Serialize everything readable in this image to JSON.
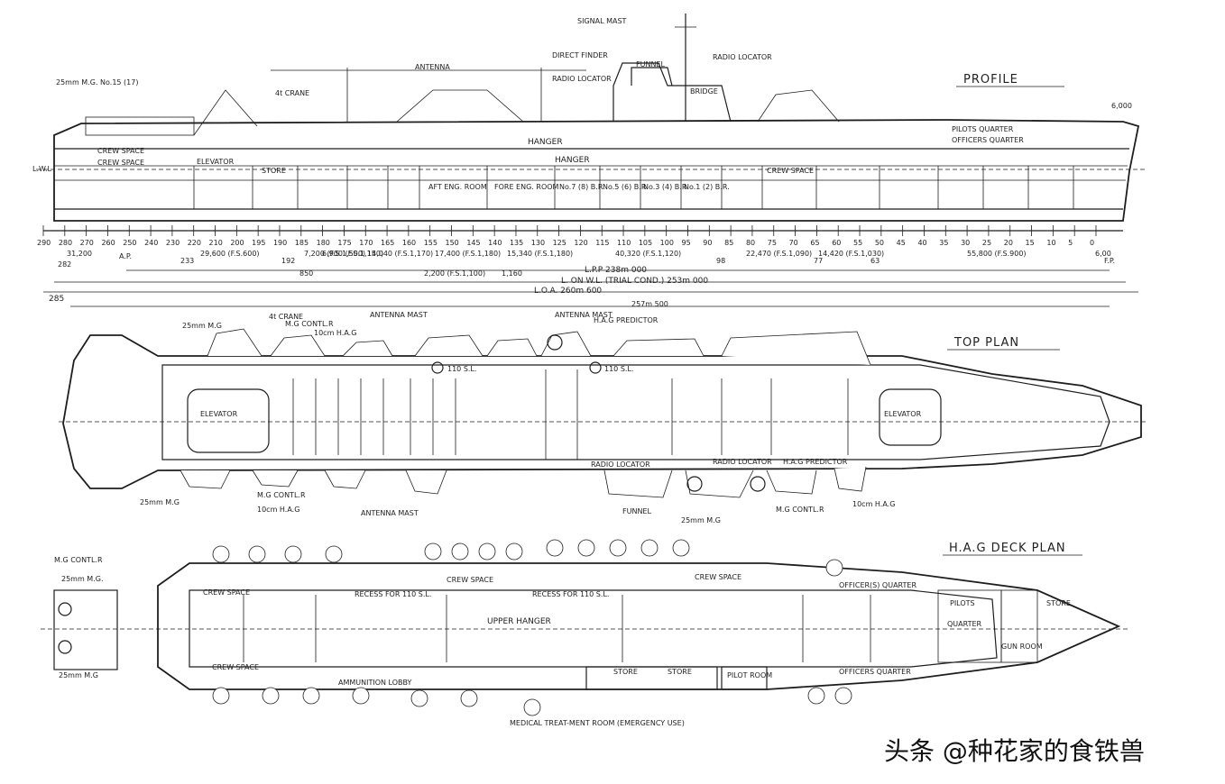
{
  "titles": {
    "profile": "PROFILE",
    "top_plan": "TOP PLAN",
    "hae_deck_plan": "H.A.G DECK PLAN"
  },
  "profile": {
    "signal_mast": "SIGNAL MAST",
    "direct_finder": "DIRECT FINDER",
    "radio_locator_a": "RADIO LOCATOR",
    "radio_locator_b": "RADIO LOCATOR",
    "funnel": "FUNNEL",
    "bridge": "BRIDGE",
    "antenna": "ANTENNA",
    "crane": "4t CRANE",
    "mg_15": "25mm M.G. No.15 (17)",
    "hanger_upper": "HANGER",
    "hanger_lower": "HANGER",
    "crew_space_1": "CREW SPACE",
    "crew_space_2": "CREW SPACE",
    "crew_space_3": "CREW SPACE",
    "elevator": "ELEVATOR",
    "store": "STORE",
    "aft_eng": "AFT ENG. ROOM",
    "fore_eng": "FORE ENG. ROOM",
    "br7": "No.7 (8) B.R.",
    "br5": "No.5 (6) B.R.",
    "br3": "No.3 (4) B.R.",
    "br1": "No.1 (2) B.R.",
    "pilots_quarter": "PILOTS QUARTER",
    "officers_quarter": "OFFICERS QUARTER",
    "lwl": "L.W.L",
    "dim_6000": "6,000"
  },
  "frames": [
    "290",
    "280",
    "270",
    "260",
    "250",
    "240",
    "230",
    "220",
    "210",
    "200",
    "195",
    "190",
    "185",
    "180",
    "175",
    "170",
    "165",
    "160",
    "155",
    "150",
    "145",
    "140",
    "135",
    "130",
    "125",
    "120",
    "115",
    "110",
    "105",
    "100",
    "95",
    "90",
    "85",
    "80",
    "75",
    "70",
    "65",
    "60",
    "55",
    "50",
    "45",
    "40",
    "35",
    "30",
    "25",
    "20",
    "15",
    "10",
    "5",
    "0"
  ],
  "spacings": [
    "31,200",
    "29,600 (F.S.600)",
    "7,200 (F.S.1,500)",
    "6,900 (F.S.1,150)",
    "14,040 (F.S.1,170)",
    "17,400 (F.S.1,180)",
    "15,340 (F.S.1,180)",
    "40,320 (F.S.1,120)",
    "22,470 (F.S.1,090)",
    "14,420 (F.S.1,030)",
    "55,800 (F.S.900)",
    "6,00"
  ],
  "markers": {
    "ap": "A.P.",
    "fp": "F.P.",
    "f282": "282",
    "f233": "233",
    "f192": "192",
    "f98": "98",
    "f77": "77",
    "f63": "63",
    "f850": "850",
    "f2200": "2,200 (F.S.1,100)",
    "f1160": "1,160"
  },
  "lengths": {
    "lpp": "L.P.P 238m 000",
    "lwl": "L. ON W.L. (TRIAL COND.) 253m 000",
    "loa": "L.O.A. 260m 600",
    "beam_285": "285",
    "deck_257": "257m 500"
  },
  "top_plan": {
    "antenna_mast_1": "ANTENNA MAST",
    "antenna_mast_2": "ANTENNA MAST",
    "antenna_mast_3": "ANTENNA MAST",
    "hae_predictor_1": "H.A.G PREDICTOR",
    "hae_predictor_2": "H.A.G PREDICTOR",
    "radio_locator_1": "RADIO LOCATOR",
    "radio_locator_2": "RADIO LOCATOR",
    "elevator_aft": "ELEVATOR",
    "elevator_fwd": "ELEVATOR",
    "crane": "4t CRANE",
    "mg_25_a": "25mm M.G",
    "mg_25_b": "25mm M.G",
    "mg_25_c": "25mm M.G",
    "mg_contl_a": "M.G CONTL.R",
    "mg_contl_b": "M.G CONTL.R",
    "mg_contl_c": "M.G CONTL.R",
    "hag_10_a": "10cm H.A.G",
    "hag_10_b": "10cm H.A.G",
    "hag_10_c": "10cm H.A.G",
    "funnel": "FUNNEL",
    "sl_110_a": "110 S.L.",
    "sl_110_b": "110 S.L."
  },
  "hag_plan": {
    "mg_contl": "M.G CONTL.R",
    "mg_25_a": "25mm M.G.",
    "mg_25_b": "25mm M.G",
    "crew_space_1": "CREW SPACE",
    "crew_space_2": "CREW SPACE",
    "crew_space_3": "CREW SPACE",
    "crew_space_4": "CREW SPACE",
    "upper_hanger": "UPPER HANGER",
    "recess_1": "RECESS FOR 110 S.L.",
    "recess_2": "RECESS FOR 110 S.L.",
    "pilots": "PILOTS",
    "quarter": "QUARTER",
    "officers_quarter_1": "OFFICER(S) QUARTER",
    "officers_quarter_2": "OFFICERS QUARTER",
    "store_1": "STORE",
    "store_2": "STORE",
    "store_3": "STORE",
    "pilot_room": "PILOT ROOM",
    "ammunition_lobby": "AMMUNITION LOBBY",
    "medical": "MEDICAL TREAT-MENT ROOM (EMERGENCY USE)",
    "gun_room": "GUN ROOM"
  },
  "watermark": "头条 @种花家的食铁兽"
}
